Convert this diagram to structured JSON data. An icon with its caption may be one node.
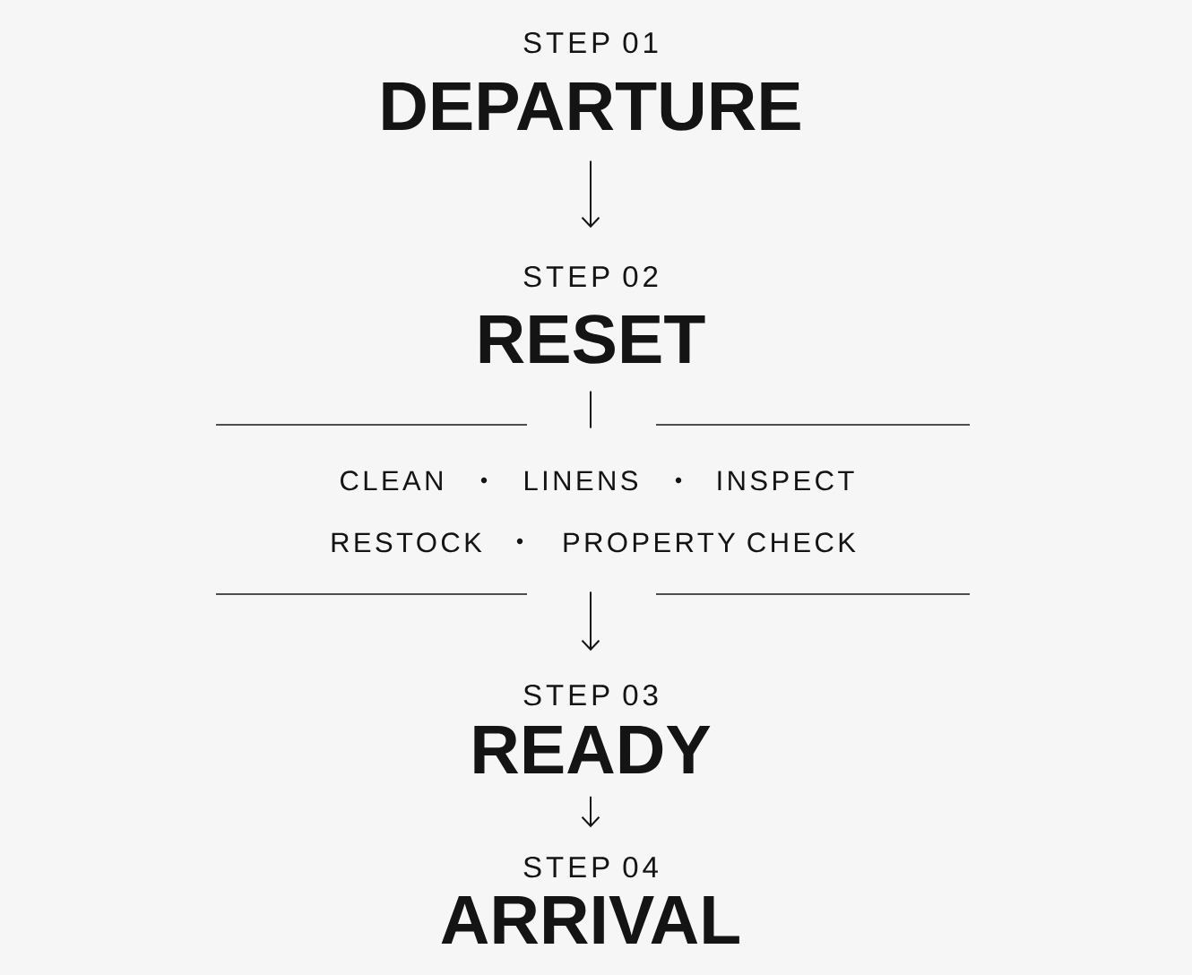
{
  "diagram": {
    "nodes": [
      {
        "text": [
          "STEP 01",
          "DEPARTURE"
        ]
      },
      {
        "text": [
          "STEP 02",
          "RESET"
        ]
      },
      {
        "text": [
          "CLEAN",
          "LINENS",
          "INSPECT",
          "RESTOCK",
          "PROPERTY CHECK"
        ]
      },
      {
        "text": [
          "STEP 03",
          "READY"
        ]
      },
      {
        "text": [
          "STEP 04",
          "ARRIVAL"
        ]
      }
    ],
    "edges": [
      {
        "from": 0,
        "to": 1,
        "arrow": "to"
      },
      {
        "from": 1,
        "to": 2,
        "arrow": "none"
      },
      {
        "from": 2,
        "to": 3,
        "arrow": "to"
      },
      {
        "from": 3,
        "to": 4,
        "arrow": "to"
      }
    ]
  }
}
